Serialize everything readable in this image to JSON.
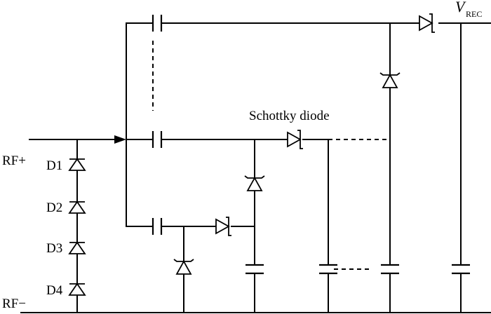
{
  "labels": {
    "rf_plus": "RF+",
    "rf_minus": "RF−",
    "d1": "D1",
    "d2": "D2",
    "d3": "D3",
    "d4": "D4",
    "schottky": "Schottky diode",
    "vrec_main": "V",
    "vrec_sub": "REC"
  }
}
